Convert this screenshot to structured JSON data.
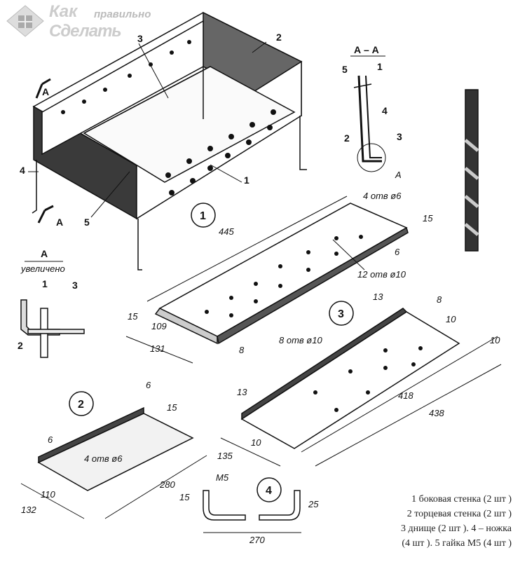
{
  "logo": {
    "line1": "Как",
    "line2": "правильно",
    "line3": "Сделать"
  },
  "assembly": {
    "label_3": "3",
    "label_2": "2",
    "label_a_top": "А",
    "label_4": "4",
    "label_a_bottom": "А",
    "label_5": "5",
    "label_1": "1"
  },
  "section": {
    "title": "А – А",
    "label_5": "5",
    "label_1": "1",
    "label_4": "4",
    "label_2": "2",
    "label_3": "3",
    "label_a": "А"
  },
  "detail_a": {
    "title": "А",
    "subtitle": "увеличено",
    "label_1": "1",
    "label_3": "3",
    "label_2": "2"
  },
  "part1": {
    "number": "1",
    "length": "445",
    "holes_small": "4 отв ø6",
    "height": "15",
    "flange": "6",
    "holes_large": "12 отв ø10",
    "height_left": "15",
    "width_inner": "109",
    "width_outer": "131",
    "flange_bottom": "8"
  },
  "part3": {
    "number": "3",
    "dim_13_top": "13",
    "dim_8": "8",
    "dim_10_a": "10",
    "dim_10_b": "10",
    "holes": "8 отв ø10",
    "length_inner": "418",
    "length_outer": "438",
    "dim_13_left": "13",
    "dim_10_left": "10",
    "width": "135"
  },
  "part2": {
    "number": "2",
    "dim_6_top": "6",
    "height": "15",
    "dim_6_left": "6",
    "holes": "4 отв ø6",
    "length": "280",
    "width_inner": "110",
    "width_outer": "132"
  },
  "part4": {
    "number": "4",
    "thread": "M5",
    "height_left": "15",
    "height_right": "25",
    "length": "270"
  },
  "legend": {
    "line1": "1    боковая стенка (2 шт )",
    "line2": "2    торцевая стенка (2 шт )",
    "line3": "3    днище (2 шт ). 4 –  ножка",
    "line4": "(4 шт ). 5    гайка M5 (4 шт )"
  }
}
